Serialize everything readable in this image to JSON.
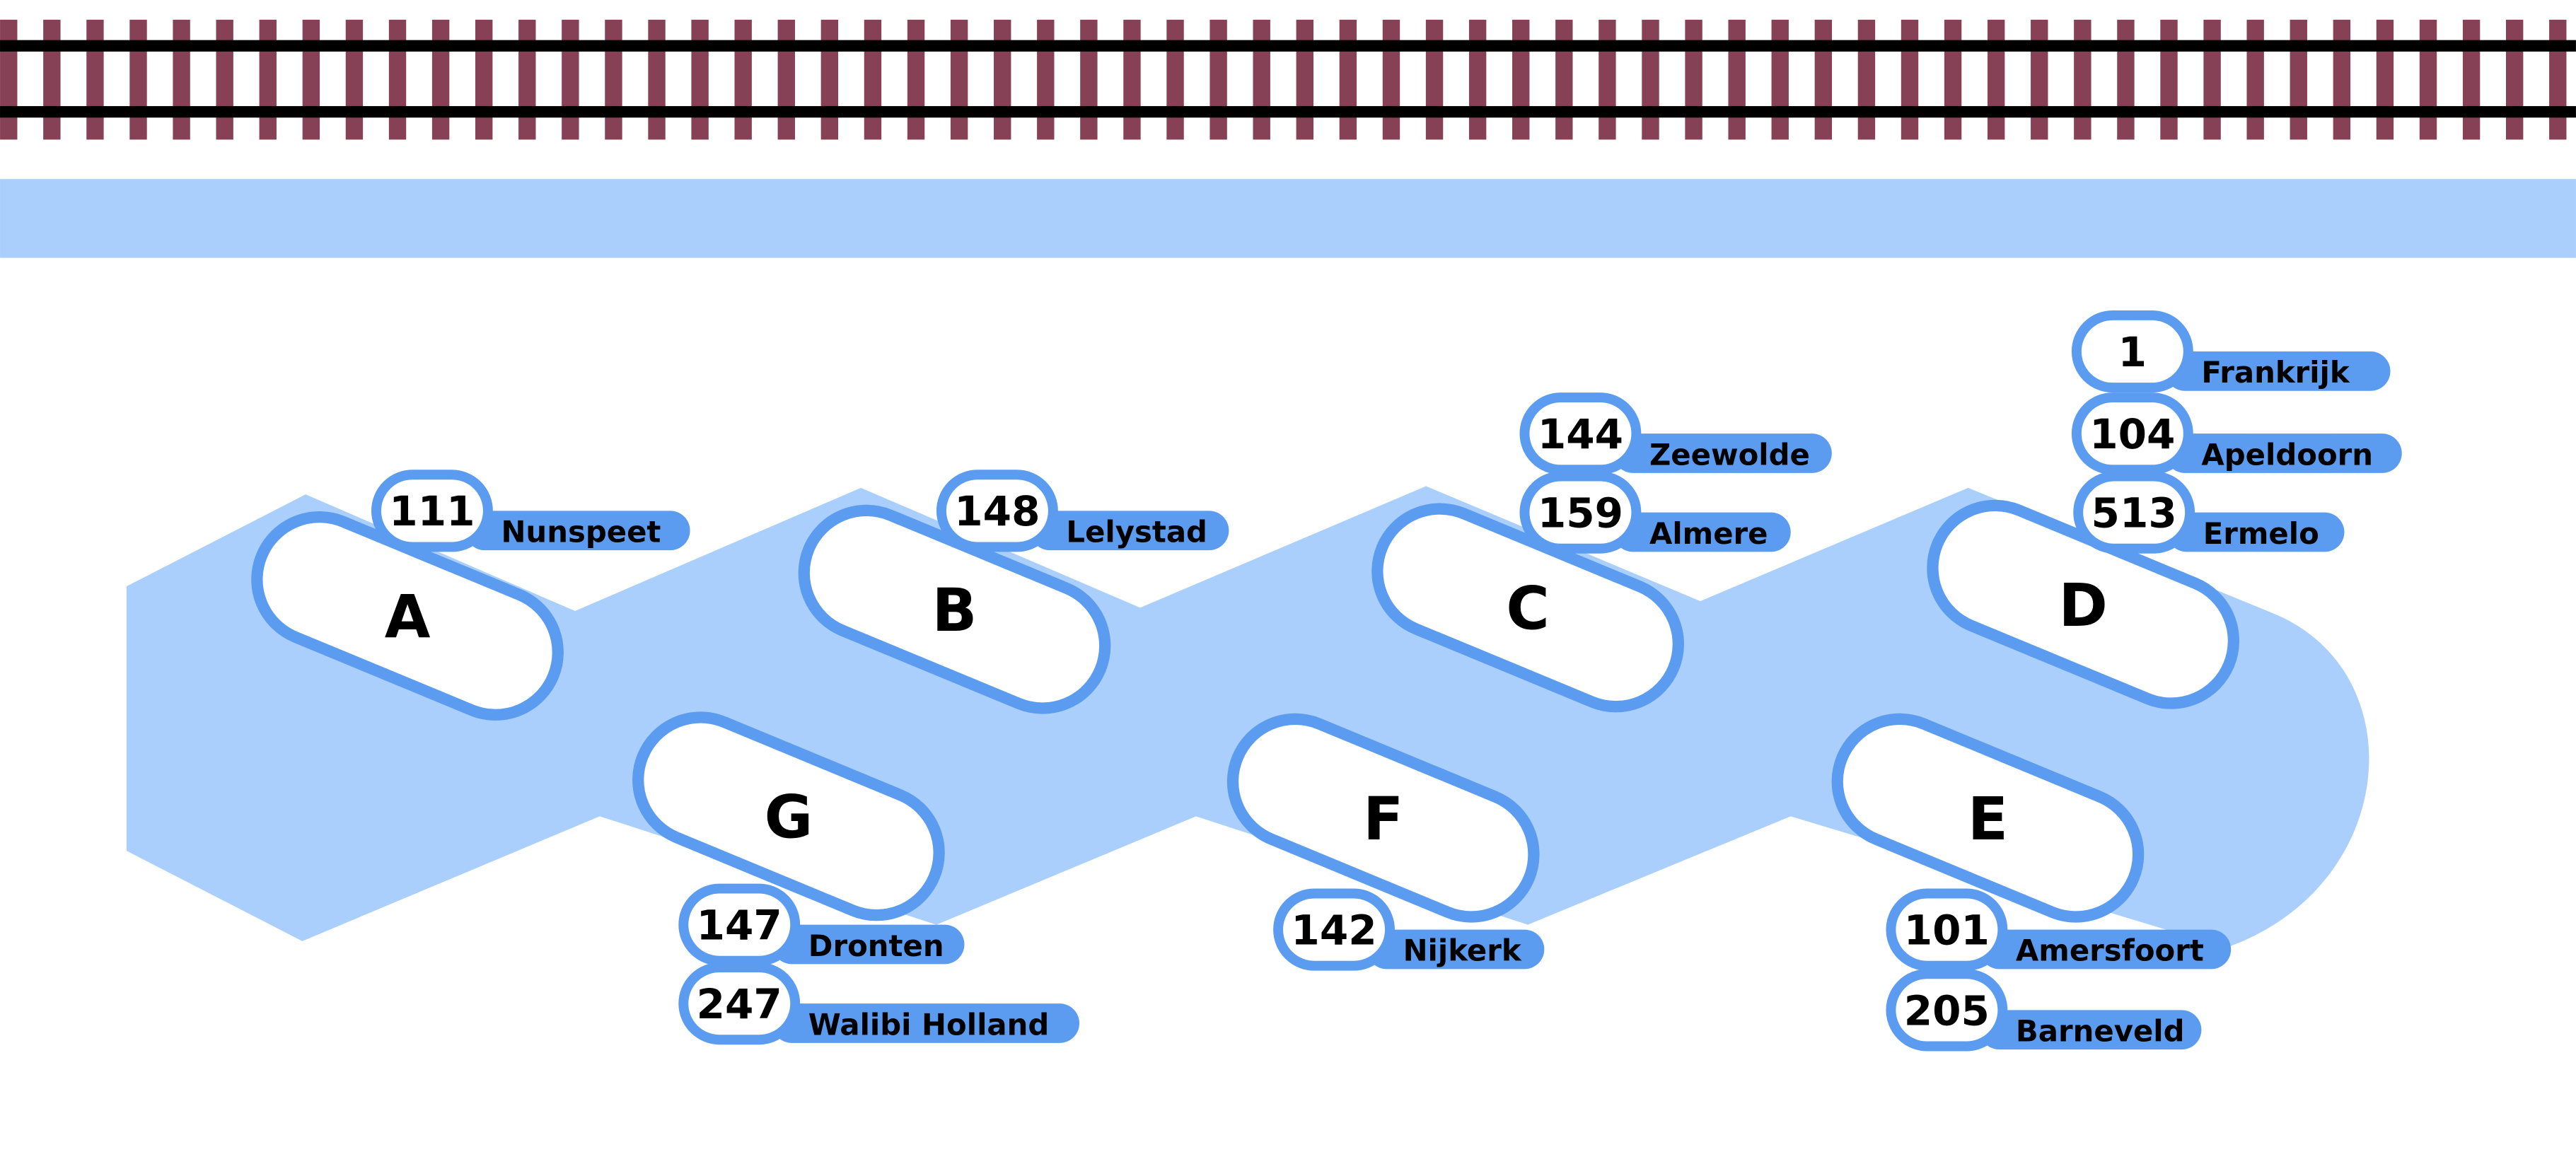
{
  "colors": {
    "sleeper": "#874157",
    "rail": "#000000",
    "water_band": "#aacffc",
    "platform": "#aacffc",
    "accent": "#5b9cf0"
  },
  "platforms": [
    {
      "letter": "A",
      "buses": [
        {
          "line": "111",
          "destination": "Nunspeet"
        }
      ]
    },
    {
      "letter": "B",
      "buses": [
        {
          "line": "148",
          "destination": "Lelystad"
        }
      ]
    },
    {
      "letter": "C",
      "buses": [
        {
          "line": "144",
          "destination": "Zeewolde"
        },
        {
          "line": "159",
          "destination": "Almere"
        }
      ]
    },
    {
      "letter": "D",
      "buses": [
        {
          "line": "1",
          "destination": "Frankrijk"
        },
        {
          "line": "104",
          "destination": "Apeldoorn"
        },
        {
          "line": "513",
          "destination": "Ermelo"
        }
      ]
    },
    {
      "letter": "E",
      "buses": [
        {
          "line": "101",
          "destination": "Amersfoort"
        },
        {
          "line": "205",
          "destination": "Barneveld"
        }
      ]
    },
    {
      "letter": "F",
      "buses": [
        {
          "line": "142",
          "destination": "Nijkerk"
        }
      ]
    },
    {
      "letter": "G",
      "buses": [
        {
          "line": "147",
          "destination": "Dronten"
        },
        {
          "line": "247",
          "destination": "Walibi Holland"
        }
      ]
    }
  ]
}
